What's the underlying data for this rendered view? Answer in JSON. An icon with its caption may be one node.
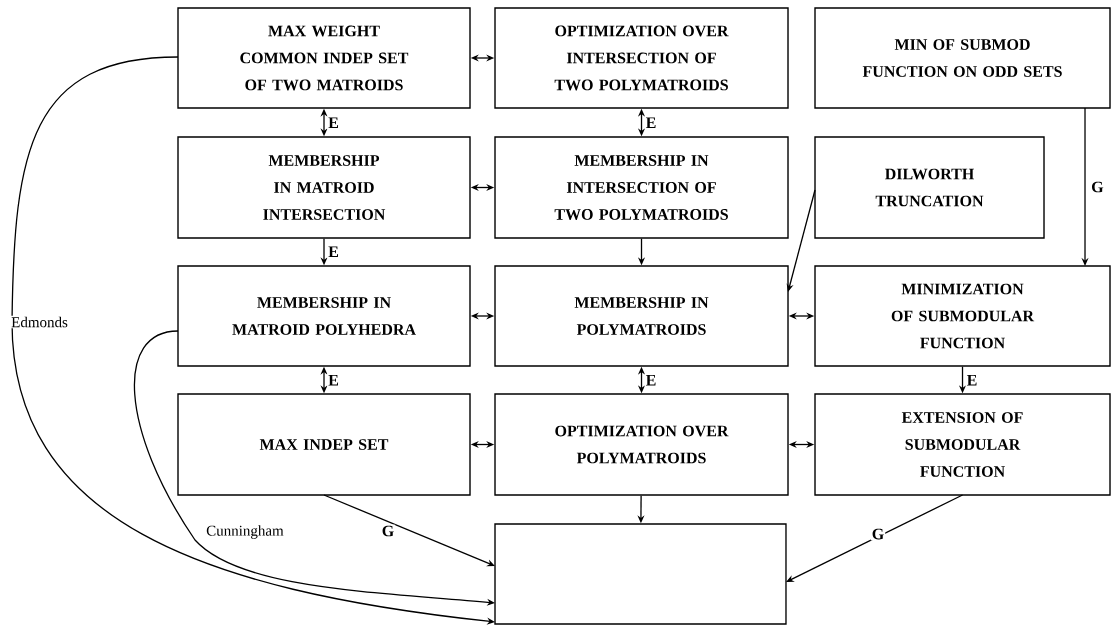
{
  "diagram": {
    "nodes": [
      {
        "text": [
          "MAX WEIGHT COMMON INDEP SET OF TWO MATROIDS"
        ]
      },
      {
        "text": [
          "OPTIMIZATION OVER INTERSECTION OF TWO POLYMATROIDS"
        ]
      },
      {
        "text": [
          "MIN OF SUBMOD FUNCTION ON ODD SETS"
        ]
      },
      {
        "text": [
          "MEMBERSHIP IN MATROID INTERSECTION"
        ]
      },
      {
        "text": [
          "MEMBERSHIP IN INTERSECTION OF TWO POLYMATROIDS"
        ]
      },
      {
        "text": [
          "DILWORTH TRUNCATION"
        ]
      },
      {
        "text": [
          "MEMBERSHIP IN MATROID POLYHEDRA"
        ]
      },
      {
        "text": [
          "MEMBERSHIP IN POLYMATROIDS"
        ]
      },
      {
        "text": [
          "MINIMIZATION OF SUBMODULAR FUNCTION"
        ]
      },
      {
        "text": [
          "MAX INDEP SET"
        ]
      },
      {
        "text": [
          "OPTIMIZATION OVER POLYMATROIDS"
        ]
      },
      {
        "text": [
          "EXTENSION OF SUBMODULAR FUNCTION"
        ]
      },
      {
        "text": [],
        "shape": "box"
      }
    ],
    "edges": [
      {
        "from": 0,
        "to": 1,
        "arrow": "both"
      },
      {
        "from": 0,
        "to": 3,
        "arrow": "both",
        "label": "E"
      },
      {
        "from": 1,
        "to": 4,
        "arrow": "both",
        "label": "E"
      },
      {
        "from": 3,
        "to": 6,
        "arrow": "to",
        "label": "E"
      },
      {
        "from": 4,
        "to": 7,
        "arrow": "to"
      },
      {
        "from": 3,
        "to": 4,
        "arrow": "both"
      },
      {
        "from": 5,
        "to": 7,
        "arrow": "to"
      },
      {
        "from": 2,
        "to": 8,
        "arrow": "to",
        "label": "G"
      },
      {
        "from": 6,
        "to": 7,
        "arrow": "both"
      },
      {
        "from": 7,
        "to": 8,
        "arrow": "both"
      },
      {
        "from": 6,
        "to": 9,
        "arrow": "both",
        "label": "E"
      },
      {
        "from": 7,
        "to": 10,
        "arrow": "both",
        "label": "E"
      },
      {
        "from": 8,
        "to": 11,
        "arrow": "to",
        "label": "E"
      },
      {
        "from": 9,
        "to": 10,
        "arrow": "both"
      },
      {
        "from": 10,
        "to": 11,
        "arrow": "both"
      },
      {
        "from": 9,
        "to": 12,
        "arrow": "to",
        "label": "G"
      },
      {
        "from": 10,
        "to": 12,
        "arrow": "to"
      },
      {
        "from": 11,
        "to": 12,
        "arrow": "to",
        "label": "G"
      },
      {
        "from": 6,
        "to": 12,
        "arrow": "to",
        "label": "Cunningham"
      },
      {
        "from": 0,
        "to": 12,
        "arrow": "to",
        "label": "Edmonds"
      }
    ]
  }
}
